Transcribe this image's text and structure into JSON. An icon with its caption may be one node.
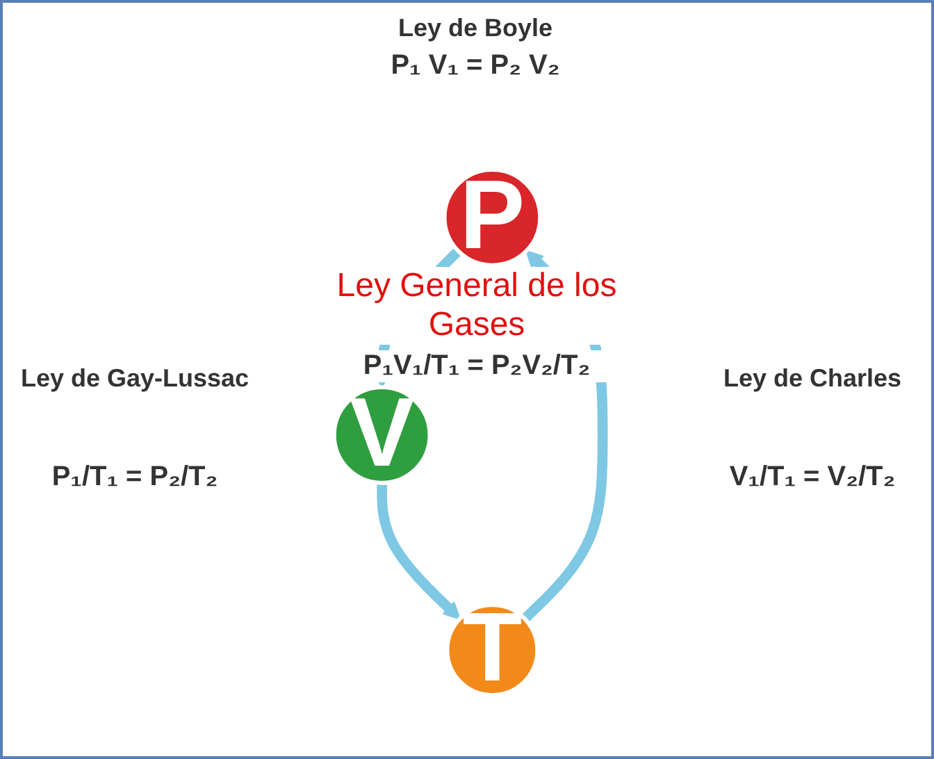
{
  "diagram": {
    "nodes": [
      {
        "text": [
          "P"
        ]
      },
      {
        "text": [
          "V"
        ]
      },
      {
        "text": [
          "T"
        ]
      }
    ],
    "edges": [
      {
        "from": 0,
        "to": 1,
        "arrow": "to"
      },
      {
        "from": 1,
        "to": 2,
        "arrow": "to"
      },
      {
        "from": 2,
        "to": 0,
        "arrow": "to"
      }
    ],
    "labels": [
      "Ley de Boyle",
      "P₁ V₁ = P₂ V₂",
      "Ley General de los Gases",
      "P₁V₁/T₁ = P₂V₂/T₂",
      "Ley de Gay-Lussac",
      "P₁/T₁ = P₂/T₂",
      "Ley de Charles",
      "V₁/T₁ = V₂/T₂"
    ]
  }
}
